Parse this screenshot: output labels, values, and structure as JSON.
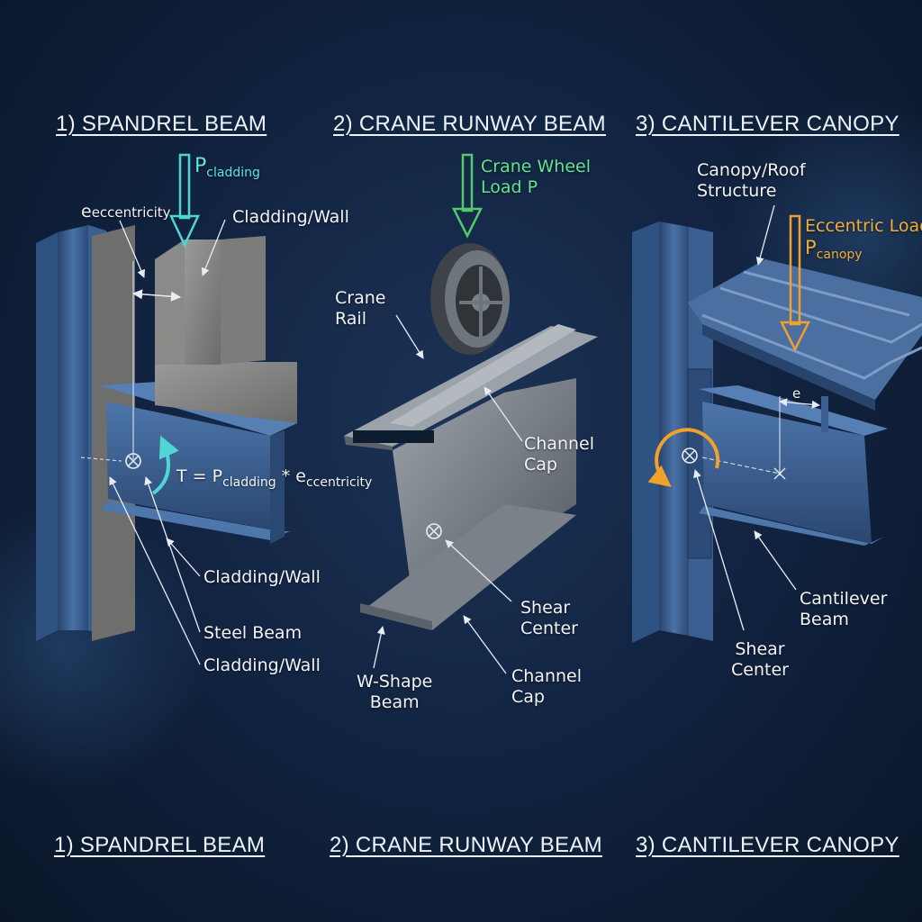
{
  "colors": {
    "background": "#122442",
    "steel": "#3f6494",
    "concrete": "#858585",
    "cyan_arrow": "#4fd6d2",
    "green_arrow": "#52cc6b",
    "orange_arrow": "#f0a12a"
  },
  "titles_top": [
    "1) SPANDREL BEAM",
    "2) CRANE RUNWAY BEAM",
    "3) CANTILEVER CANOPY"
  ],
  "titles_bottom": [
    "1) SPANDREL BEAM",
    "2) CRANE RUNWAY BEAM",
    "3) CANTILEVER CANOPY"
  ],
  "spandrel": {
    "load_symbol": "P",
    "load_subscript": "cladding",
    "ecc_symbol": "e",
    "ecc_subscript": "eccentricity",
    "torque_prefix": "T = P",
    "torque_sub1": "cladding",
    "torque_mid": " * e",
    "torque_sub2": "ccentricity",
    "label_top_cladding": "Cladding/Wall",
    "label_cladding_1": "Cladding/Wall",
    "label_steel_beam": "Steel Beam",
    "label_cladding_2": "Cladding/Wall"
  },
  "crane": {
    "load_line1": "Crane Wheel",
    "load_line2": "Load P",
    "rail_line1": "Crane",
    "rail_line2": "Rail",
    "channel_cap_1_line1": "Channel",
    "channel_cap_1_line2": "Cap",
    "shear_center_line1": "Shear",
    "shear_center_line2": "Center",
    "wshape_line1": "W-Shape",
    "wshape_line2": "Beam",
    "channel_cap_2_line1": "Channel",
    "channel_cap_2_line2": "Cap"
  },
  "canopy": {
    "structure_line1": "Canopy/Roof",
    "structure_line2": "Structure",
    "load_line1": "Eccentric Load",
    "load_symbol": "P",
    "load_subscript": "canopy",
    "ecc_label": "e",
    "beam_line1": "Cantilever",
    "beam_line2": "Beam",
    "shear_line1": "Shear",
    "shear_line2": "Center"
  }
}
